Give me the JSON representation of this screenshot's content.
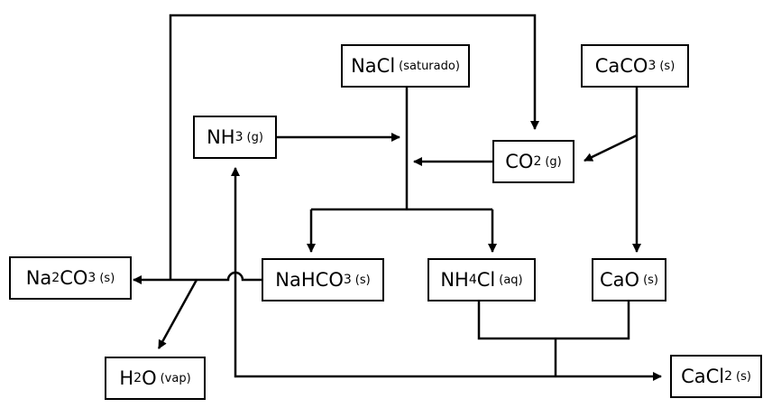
{
  "nodes": {
    "nacl": {
      "main": "NaCl",
      "state": "(saturado)"
    },
    "caco3": {
      "main": "CaCO",
      "sub": "3",
      "state": "(s)"
    },
    "nh3": {
      "main": "NH",
      "sub": "3",
      "state": "(g)"
    },
    "co2": {
      "main": "CO",
      "sub": "2",
      "state": "(g)"
    },
    "na2co3": {
      "main1": "Na",
      "sub1": "2",
      "main2": "CO",
      "sub2": "3",
      "state": "(s)"
    },
    "nahco3": {
      "main": "NaHCO",
      "sub": "3",
      "state": "(s)"
    },
    "nh4cl": {
      "main1": "NH",
      "sub1": "4",
      "main2": "Cl",
      "state": "(aq)"
    },
    "cao": {
      "main": "CaO",
      "state": "(s)"
    },
    "h2o": {
      "main1": "H",
      "sub1": "2",
      "main2": "O",
      "state": "(vap)"
    },
    "cacl2": {
      "main": "CaCl",
      "sub": "2",
      "state": "(s)"
    }
  }
}
